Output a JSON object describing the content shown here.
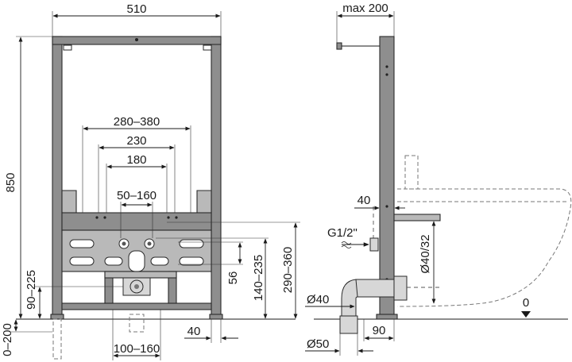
{
  "front_view": {
    "width_label": "510",
    "height_label": "850",
    "span_outer": "280–380",
    "span_mid": "230",
    "span_inner": "180",
    "span_small": "50–160",
    "left_vertical_1": "90–225",
    "left_vertical_2": "0–200",
    "bottom_offset": "40",
    "bottom_span": "100–160",
    "right_vertical_1": "56",
    "right_vertical_2": "140–235",
    "right_vertical_3": "290–360"
  },
  "side_view": {
    "top_label": "max 200",
    "depth_label": "40",
    "thread_label": "G1/2\"",
    "outlet_label": "Ø40/32",
    "pipe_label": "Ø40",
    "drain_label": "Ø50",
    "bottom_depth": "90",
    "floor_label": "0"
  }
}
